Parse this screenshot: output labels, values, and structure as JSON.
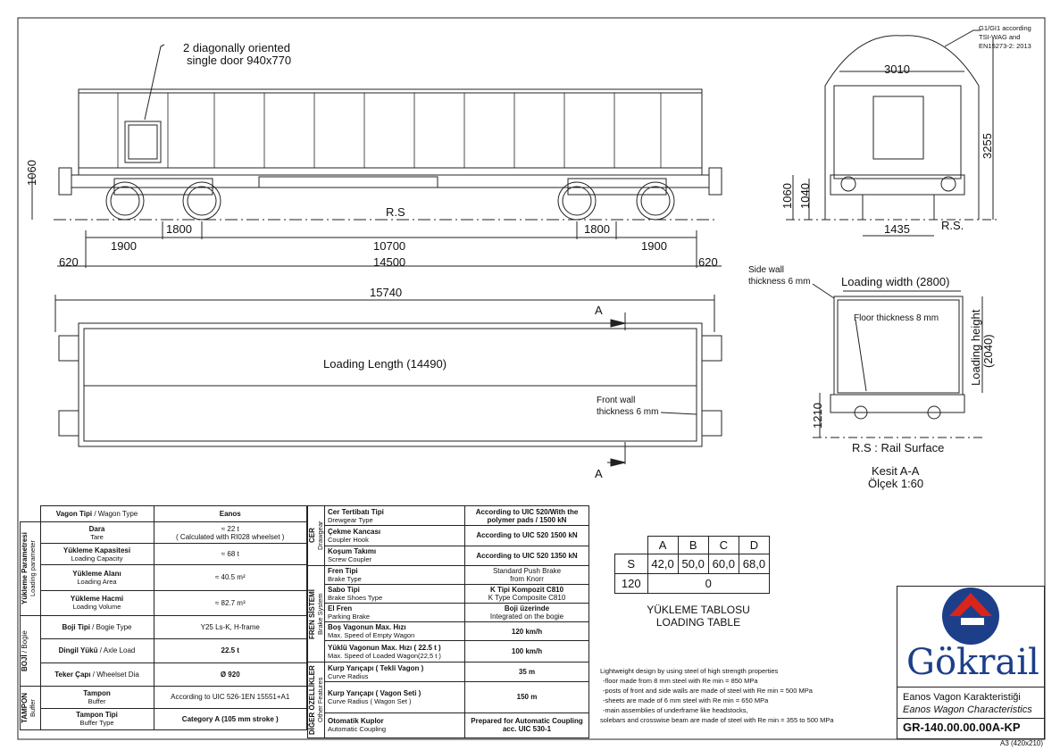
{
  "side_view": {
    "door_note_l1": "2 diagonally oriented",
    "door_note_l2": "single door 940x770",
    "h_1060": "1060",
    "rs": "R.S",
    "d1900a": "1900",
    "d1800a": "1800",
    "d10700": "10700",
    "d1800b": "1800",
    "d1900b": "1900",
    "d620a": "620",
    "d14500": "14500",
    "d620b": "620"
  },
  "end_view": {
    "note_l1": "G1/GI1 according",
    "note_l2": "TSI-WAG and",
    "note_l3": "EN15273-2: 2013",
    "w3010": "3010",
    "h3255": "3255",
    "h1060": "1060",
    "h1040": "1040",
    "w1435": "1435",
    "rs": "R.S."
  },
  "top_view": {
    "d15740": "15740",
    "loading_length": "Loading Length (14490)",
    "front_wall_l1": "Front wall",
    "front_wall_l2": "thickness 6 mm",
    "a_top": "A",
    "a_bottom": "A"
  },
  "section": {
    "side_wall_l1": "Side wall",
    "side_wall_l2": "thickness 6 mm",
    "loading_width": "Loading width (2800)",
    "floor": "Floor thickness 8 mm",
    "loading_height_l1": "Loading height",
    "loading_height_l2": "(2040)",
    "h1210": "1210",
    "rs": "R.S : Rail Surface",
    "kesit": "Kesit A-A",
    "olcek": "Ölçek 1:60"
  },
  "spec_left": {
    "r0_label": "Vagon Tipi",
    "r0_label_en": "/ Wagon Type",
    "r0_value": "Eanos",
    "g1": "Yükleme Parametresi",
    "g1_en": "Loading parameter",
    "r1_tr": "Dara",
    "r1_en": "Tare",
    "r1_v1": "≈ 22 t",
    "r1_v2": "( Calculated with RI028 wheelset )",
    "r2_tr": "Yükleme Kapasitesi",
    "r2_en": "Loading Capacity",
    "r2_v": "≈ 68 t",
    "r3_tr": "Yükleme Alanı",
    "r3_en": "Loading Area",
    "r3_v": "≈ 40.5 m²",
    "r4_tr": "Yükleme Hacmi",
    "r4_en": "Loading Volume",
    "r4_v": "≈ 82.7 m³",
    "g2": "BOJİ",
    "g2_en": "/ Bogie",
    "r5_tr": "Boji Tipi",
    "r5_en": "/ Bogie Type",
    "r5_v": "Y25 Ls-K, H-frame",
    "r6_tr": "Dingil Yükü",
    "r6_en": "/ Axle Load",
    "r6_v": "22.5 t",
    "r7_tr": "Teker Çapı",
    "r7_en": "/ Wheelset Dia",
    "r7_v": "Ø 920",
    "g3": "TAMPON",
    "g3_en": "Buffer",
    "r8_tr": "Tampon",
    "r8_en": "Buffer",
    "r8_v": "According to UIC 526-1EN 15551+A1",
    "r9_tr": "Tampon Tipi",
    "r9_en": "Buffer Type",
    "r9_v": "Category A (105 mm stroke )"
  },
  "spec_right": {
    "g1": "CER",
    "g1_en": "Drawgear",
    "r1_tr": "Cer Tertibatı Tipi",
    "r1_en": "Drewgear Type",
    "r1_v": "According to UIC 520/With the polymer pads / 1500 kN",
    "r2_tr": "Çekme Kancası",
    "r2_en": "Coupler Hook",
    "r2_v": "According to UIC 520 1500 kN",
    "r3_tr": "Koşum Takımı",
    "r3_en": "Screw Coupler",
    "r3_v": "According to UIC 520 1350 kN",
    "g2": "FREN SİSTEMİ",
    "g2_en": "Brake System",
    "r4_tr": "Fren Tipi",
    "r4_en": "Brake Type",
    "r4_v1": "Standard Push Brake",
    "r4_v2": "from Knorr",
    "r5_tr": "Sabo Tipi",
    "r5_en": "Brake Shoes Type",
    "r5_v1": "K Tipi Kompozit C810",
    "r5_v2": "K Type Composite C810",
    "r6_tr": "El Fren",
    "r6_en": "Parking Brake",
    "r6_v1": "Boji üzerinde",
    "r6_v2": "Integrated on the bogie",
    "r7_tr": "Boş Vagonun Max. Hızı",
    "r7_en": "Max. Speed of Empty Wagon",
    "r7_v": "120 km/h",
    "r8_tr": "Yüklü Vagonun Max. Hızı ( 22.5 t )",
    "r8_en": "Max. Speed of Loaded Wagon(22,5 t )",
    "r8_v": "100 km/h",
    "g3": "DİĞER ÖZELLİKLER",
    "g3_en": "Other Features",
    "r9_tr": "Kurp Yarıçapı ( Tekli Vagon )",
    "r9_en": "Curve Radius",
    "r9_v": "35 m",
    "r10_tr": "Kurp Yarıçapı ( Vagon Seti )",
    "r10_en": "Curve Radius ( Wagon Set )",
    "r10_v": "150 m",
    "r11_tr": "Otomatik Kuplor",
    "r11_en": "Automatic Coupling",
    "r11_v": "Prepared for Automatic Coupling acc. UIC 530-1"
  },
  "loading_table": {
    "headers": [
      "A",
      "B",
      "C",
      "D"
    ],
    "row1_label": "S",
    "row1": [
      "42,0",
      "50,0",
      "60,0",
      "68,0"
    ],
    "row2_label": "120",
    "row2_value": "0",
    "title_l1": "YÜKLEME TABLOSU",
    "title_l2": "LOADING TABLE"
  },
  "notes": {
    "l1": "Lightweight design by using steel of high strength properties",
    "l2": "-floor made from 8 mm steel with Re min = 850 MPa",
    "l3": "-posts of front and side walls are made of steel with Re min = 500 MPa",
    "l4": "-sheets are made of 6 mm steel with Re min = 650 MPa",
    "l5": "-main assemblies of underframe like headstocks,",
    "l6": "solebars and crosswise beam are made of steel with Re min = 355 to 500 MPa"
  },
  "title_block": {
    "brand": "Gökrail",
    "title_tr": "Eanos Vagon Karakteristiği",
    "title_en": "Eanos Wagon Characteristics",
    "code": "GR-140.00.00.00A-KP",
    "sheet": "A3 (420x210)",
    "brand_color": "#1d3f8a",
    "accent_color": "#d9251c"
  }
}
